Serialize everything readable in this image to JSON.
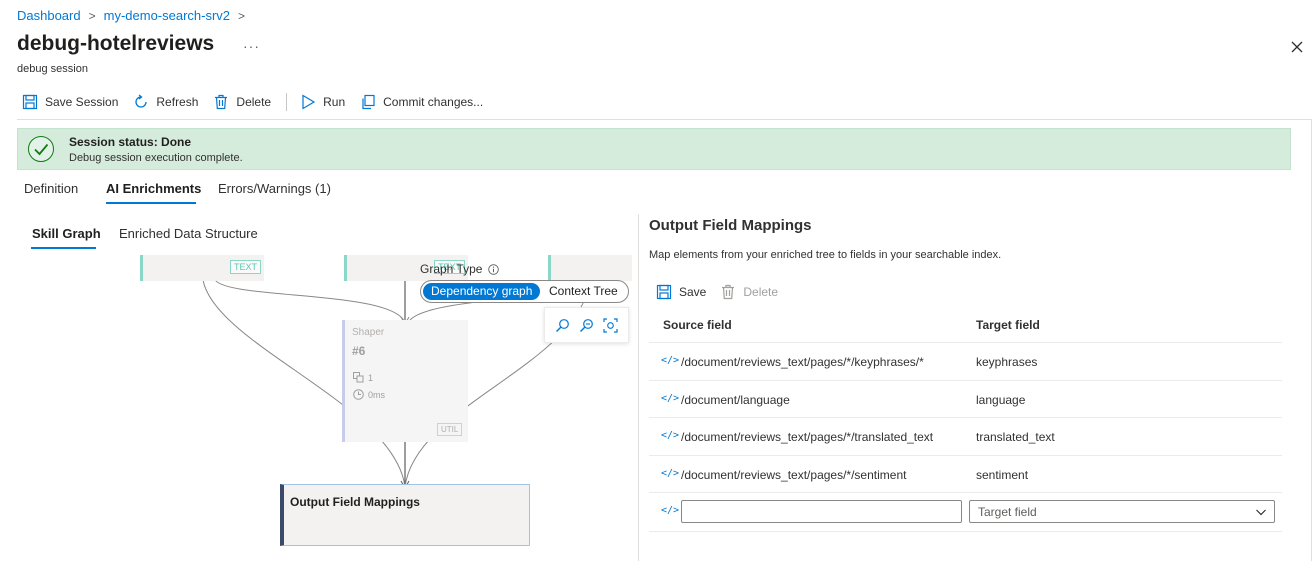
{
  "breadcrumb": {
    "items": [
      "Dashboard",
      "my-demo-search-srv2"
    ],
    "separator": ">"
  },
  "header": {
    "title": "debug-hotelreviews",
    "more": "···",
    "subtitle": "debug session"
  },
  "toolbar": {
    "save_session": "Save Session",
    "refresh": "Refresh",
    "delete": "Delete",
    "run": "Run",
    "commit": "Commit changes..."
  },
  "status": {
    "title": "Session status: Done",
    "description": "Debug session execution complete."
  },
  "tabs": {
    "definition": "Definition",
    "ai_enrichments": "AI Enrichments",
    "errors": "Errors/Warnings (1)",
    "active": "AI Enrichments"
  },
  "subtabs": {
    "skill_graph": "Skill Graph",
    "enriched_data": "Enriched Data Structure",
    "active": "Skill Graph"
  },
  "graph": {
    "top_badge_1": "TEXT",
    "top_badge_2": "TEXT",
    "shaper": {
      "label": "Shaper",
      "number": "#6",
      "count": "1",
      "time": "0ms",
      "badge": "UTIL"
    },
    "output_node": "Output Field Mappings",
    "graph_type_label": "Graph Type",
    "toggle": {
      "dependency": "Dependency graph",
      "context": "Context Tree",
      "selected": "Dependency graph"
    }
  },
  "output_mappings": {
    "title": "Output Field Mappings",
    "description": "Map elements from your enriched tree to fields in your searchable index.",
    "save": "Save",
    "delete": "Delete",
    "col_source": "Source field",
    "col_target": "Target field",
    "code_glyph": "</>",
    "rows": [
      {
        "source": "/document/reviews_text/pages/*/keyphrases/*",
        "target": "keyphrases"
      },
      {
        "source": "/document/language",
        "target": "language"
      },
      {
        "source": "/document/reviews_text/pages/*/translated_text",
        "target": "translated_text"
      },
      {
        "source": "/document/reviews_text/pages/*/sentiment",
        "target": "sentiment"
      }
    ],
    "new_row": {
      "source_value": "",
      "target_placeholder": "Target field"
    }
  },
  "colors": {
    "accent": "#0078d4",
    "success_bg": "#d5ecdd",
    "success_check": "#107c10"
  }
}
